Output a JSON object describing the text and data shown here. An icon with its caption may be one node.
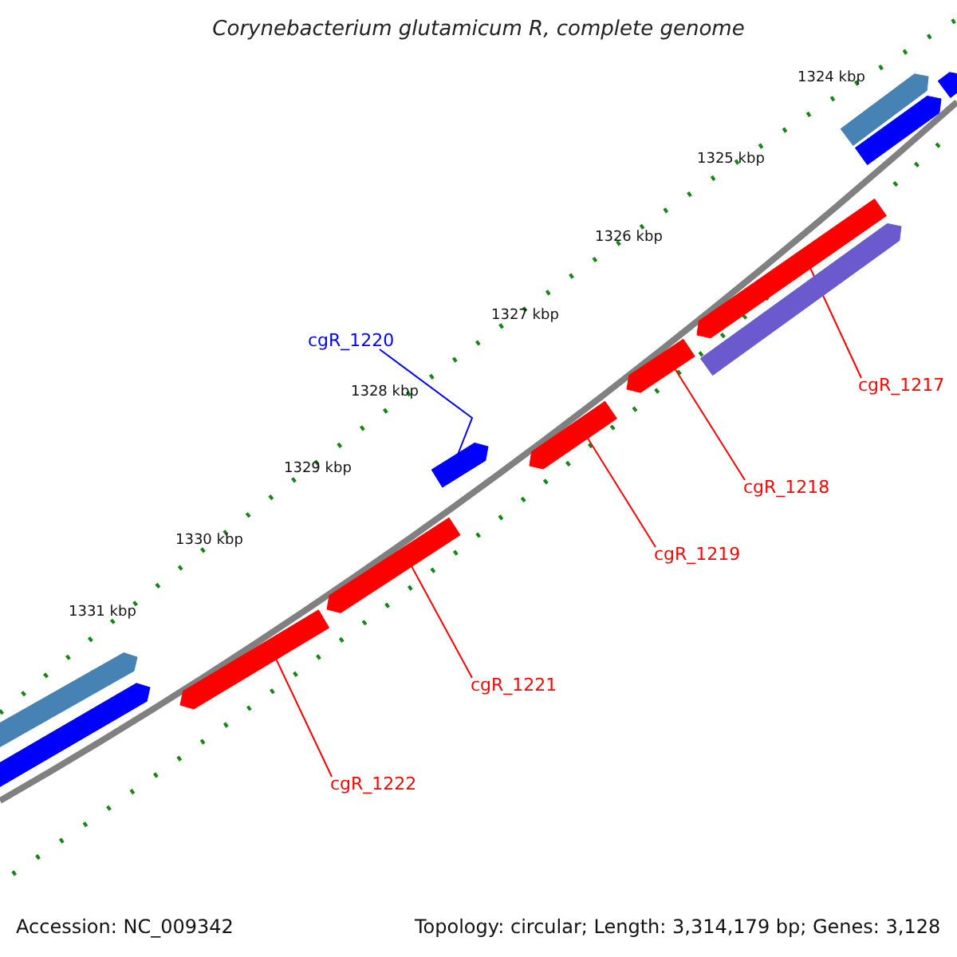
{
  "diagram": {
    "title": "Corynebacterium glutamicum R, complete genome",
    "nodes": [
      {
        "text": [
          "cgR_1220"
        ]
      },
      {
        "text": [],
        "shape": "bar"
      },
      {
        "text": [],
        "shape": "bar"
      },
      {
        "text": [
          "cgR_1217"
        ]
      },
      {
        "text": [],
        "shape": "bar"
      },
      {
        "text": [
          "cgR_1218"
        ]
      },
      {
        "text": [],
        "shape": "bar"
      },
      {
        "text": [
          "cgR_1219"
        ]
      },
      {
        "text": [],
        "shape": "bar"
      },
      {
        "text": [
          "cgR_1221"
        ]
      },
      {
        "text": [],
        "shape": "bar"
      },
      {
        "text": [
          "cgR_1222"
        ]
      },
      {
        "text": [],
        "shape": "bar"
      },
      {
        "text": [],
        "shape": "bar"
      },
      {
        "text": [],
        "shape": "bar"
      },
      {
        "text": [],
        "shape": "bar"
      },
      {
        "text": [],
        "shape": "bar"
      },
      {
        "text": [],
        "shape": "bar"
      }
    ],
    "edges": [
      {
        "from": 0,
        "to": 1,
        "arrow": "none",
        "color": "#0000ff"
      },
      {
        "from": 3,
        "to": 2,
        "arrow": "none"
      },
      {
        "from": 5,
        "to": 4,
        "arrow": "none"
      },
      {
        "from": 7,
        "to": 6,
        "arrow": "none"
      },
      {
        "from": 9,
        "to": 8,
        "arrow": "none"
      },
      {
        "from": 11,
        "to": 10,
        "arrow": "none"
      }
    ],
    "labels": [
      "1324 kbp",
      "1325 kbp",
      "1326 kbp",
      "1327 kbp",
      "1328 kbp",
      "1329 kbp",
      "1330 kbp",
      "1331 kbp",
      "Accession: NC_009342",
      "Topology: circular; Length: 3,314,179 bp; Genes: 3,128"
    ]
  }
}
